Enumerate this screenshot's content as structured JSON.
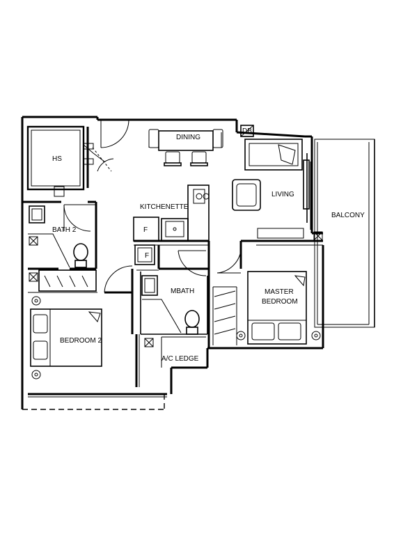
{
  "rooms": {
    "hs": "HS",
    "dining": "DINING",
    "db": "DB",
    "living": "LIVING",
    "kitchenette": "KITCHENETTE",
    "fridge_1": "F",
    "fridge_2": "F",
    "bath2": "BATH 2",
    "balcony": "BALCONY",
    "mbath": "MBATH",
    "master_bedroom_line1": "MASTER",
    "master_bedroom_line2": "BEDROOM",
    "bedroom2": "BEDROOM 2",
    "ac_ledge": "A/C LEDGE"
  }
}
